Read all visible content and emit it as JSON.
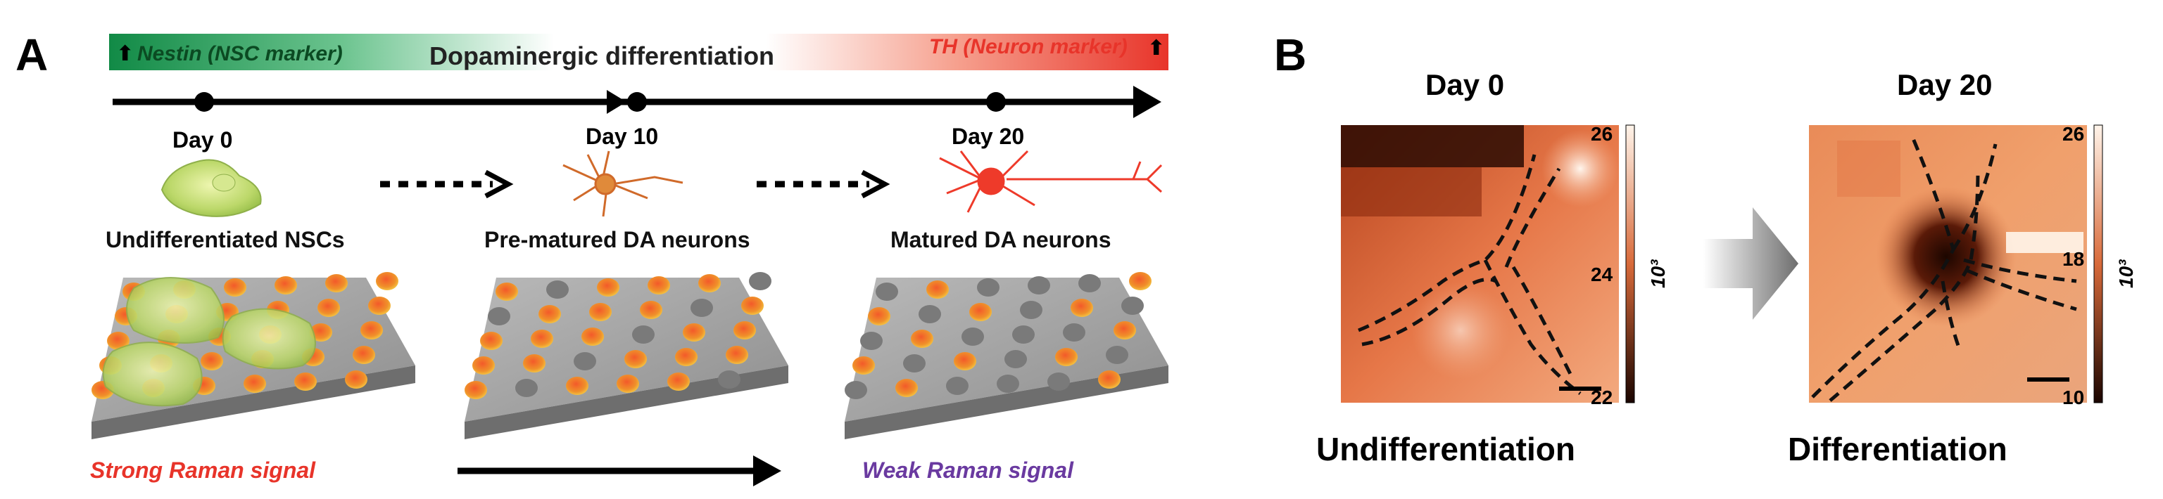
{
  "panel_a": {
    "label": "A",
    "banner": {
      "left": "Nestin (NSC marker)",
      "center": "Dopaminergic differentiation",
      "right": "TH (Neuron marker)",
      "colors": {
        "green": "#1a8a4a",
        "red": "#e8342a"
      }
    },
    "days": [
      "Day 0",
      "Day 10",
      "Day 20"
    ],
    "stages": [
      "Undifferentiated NSCs",
      "Pre-matured DA neurons",
      "Matured DA neurons"
    ],
    "signals": {
      "strong": "Strong Raman signal",
      "weak": "Weak Raman signal",
      "strong_color": "#e8342a",
      "weak_color": "#6a3aa0"
    }
  },
  "panel_b": {
    "label": "B",
    "maps": [
      {
        "title": "Day 0",
        "caption": "Undifferentiation",
        "scale_ticks": [
          "26",
          "24",
          "22"
        ],
        "scale_unit": "10³"
      },
      {
        "title": "Day 20",
        "caption": "Differentiation",
        "scale_ticks": [
          "26",
          "18",
          "10"
        ],
        "scale_unit": "10³"
      }
    ]
  }
}
